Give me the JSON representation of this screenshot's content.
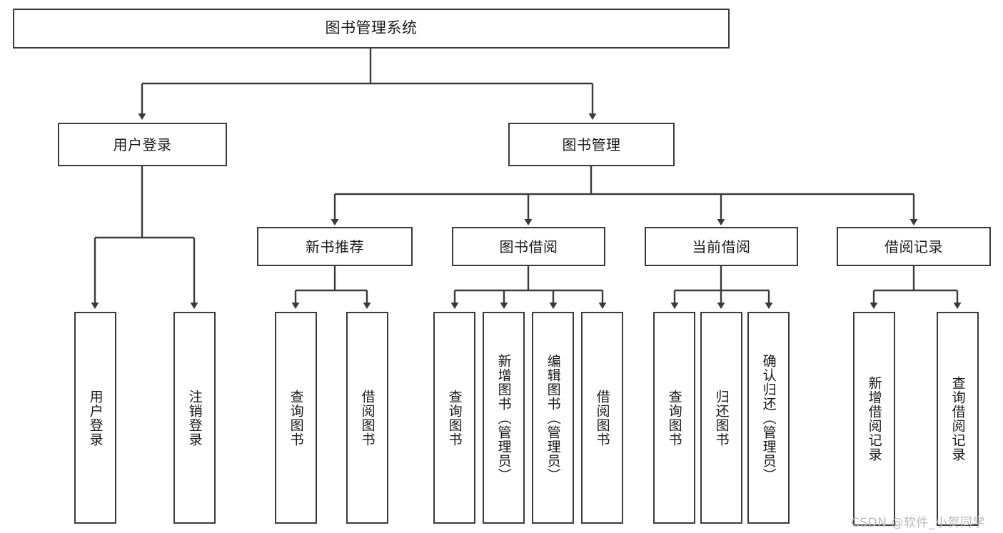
{
  "diagram": {
    "title": "图书管理系统",
    "type": "tree",
    "stroke_color": "#3a3a3a",
    "background_color": "#ffffff",
    "text_color": "#1a1a1a",
    "root": {
      "label": "图书管理系统",
      "children": [
        {
          "label": "用户登录",
          "children": [
            {
              "label": "用户登录"
            },
            {
              "label": "注销登录"
            }
          ]
        },
        {
          "label": "图书管理",
          "children": [
            {
              "label": "新书推荐",
              "children": [
                {
                  "label": "查询图书"
                },
                {
                  "label": "借阅图书"
                }
              ]
            },
            {
              "label": "图书借阅",
              "children": [
                {
                  "label": "查询图书"
                },
                {
                  "label": "新增图书（管理员）"
                },
                {
                  "label": "编辑图书（管理员）"
                },
                {
                  "label": "借阅图书"
                }
              ]
            },
            {
              "label": "当前借阅",
              "children": [
                {
                  "label": "查询图书"
                },
                {
                  "label": "归还图书"
                },
                {
                  "label": "确认归还（管理员）"
                }
              ]
            },
            {
              "label": "借阅记录",
              "children": [
                {
                  "label": "新增借阅记录"
                },
                {
                  "label": "查询借阅记录"
                }
              ]
            }
          ]
        }
      ]
    }
  },
  "nodes": {
    "root": "图书管理系统",
    "user_login": "用户登录",
    "book_manage": "图书管理",
    "new_book_rec": "新书推荐",
    "book_borrow": "图书借阅",
    "current_borrow": "当前借阅",
    "borrow_record": "借阅记录",
    "leaf_user_login": "用户登录",
    "leaf_logout": "注销登录",
    "leaf_rec_query": "查询图书",
    "leaf_rec_borrow": "借阅图书",
    "leaf_bb_query": "查询图书",
    "leaf_bb_add": "新增图书（管理员）",
    "leaf_bb_edit": "编辑图书（管理员）",
    "leaf_bb_borrow": "借阅图书",
    "leaf_cb_query": "查询图书",
    "leaf_cb_return": "归还图书",
    "leaf_cb_confirm": "确认归还（管理员）",
    "leaf_br_add": "新增借阅记录",
    "leaf_br_query": "查询借阅记录"
  },
  "watermark": {
    "text": "CSDN @软件_小贺同学"
  }
}
